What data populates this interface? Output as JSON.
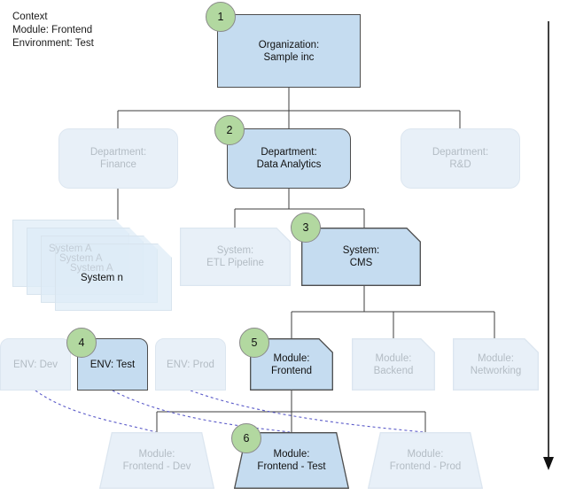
{
  "context": {
    "name": "context-block",
    "lines": "Context\nModule: Frontend\nEnvironment: Test"
  },
  "diagram": {
    "type": "hierarchy-tree",
    "colors": {
      "active_fill": "#c5dcf0",
      "active_border": "#4d4d4d",
      "active_text": "#111111",
      "faded_fill": "#e8f0f8",
      "faded_border": "#dce6f0",
      "faded_text": "#b3bcc4",
      "badge_fill": "#b2d8a0",
      "badge_border": "#8a8a8a",
      "connector": "#3d3d3d",
      "dashed_connector": "#4040c0"
    },
    "levels": [
      {
        "level": "organization",
        "nodes": [
          {
            "label": "Organization:\nSample inc",
            "state": "active",
            "badge": "1"
          }
        ]
      },
      {
        "level": "department",
        "nodes": [
          {
            "label": "Department:\nFinance",
            "state": "faded",
            "badge": null
          },
          {
            "label": "Department:\nData Analytics",
            "state": "active",
            "badge": "2"
          },
          {
            "label": "Department:\nR&D",
            "state": "faded",
            "badge": null
          }
        ]
      },
      {
        "level": "system",
        "stack": {
          "label_back_3": "System A",
          "label_back_2": "System A",
          "label_back_1": "System A",
          "label_front": "System n"
        },
        "nodes": [
          {
            "label": "System:\nETL Pipeline",
            "state": "faded",
            "badge": null
          },
          {
            "label": "System:\nCMS",
            "state": "active",
            "badge": "3"
          }
        ]
      },
      {
        "level": "environment",
        "nodes": [
          {
            "label": "ENV: Dev",
            "state": "faded",
            "badge": null
          },
          {
            "label": "ENV: Test",
            "state": "active",
            "badge": "4"
          },
          {
            "label": "ENV: Prod",
            "state": "faded",
            "badge": null
          }
        ]
      },
      {
        "level": "module",
        "nodes": [
          {
            "label": "Module:\nFrontend",
            "state": "active",
            "badge": "5"
          },
          {
            "label": "Module:\nBackend",
            "state": "faded",
            "badge": null
          },
          {
            "label": "Module:\nNetworking",
            "state": "faded",
            "badge": null
          }
        ]
      },
      {
        "level": "deployed-module",
        "nodes": [
          {
            "label": "Module:\nFrontend - Dev",
            "state": "faded",
            "badge": null
          },
          {
            "label": "Module:\nFrontend - Test",
            "state": "active",
            "badge": "6"
          },
          {
            "label": "Module:\nFrontend - Prod",
            "state": "faded",
            "badge": null
          }
        ]
      }
    ],
    "flow_arrow": {
      "name": "vertical-flow-arrow",
      "direction": "down"
    }
  }
}
